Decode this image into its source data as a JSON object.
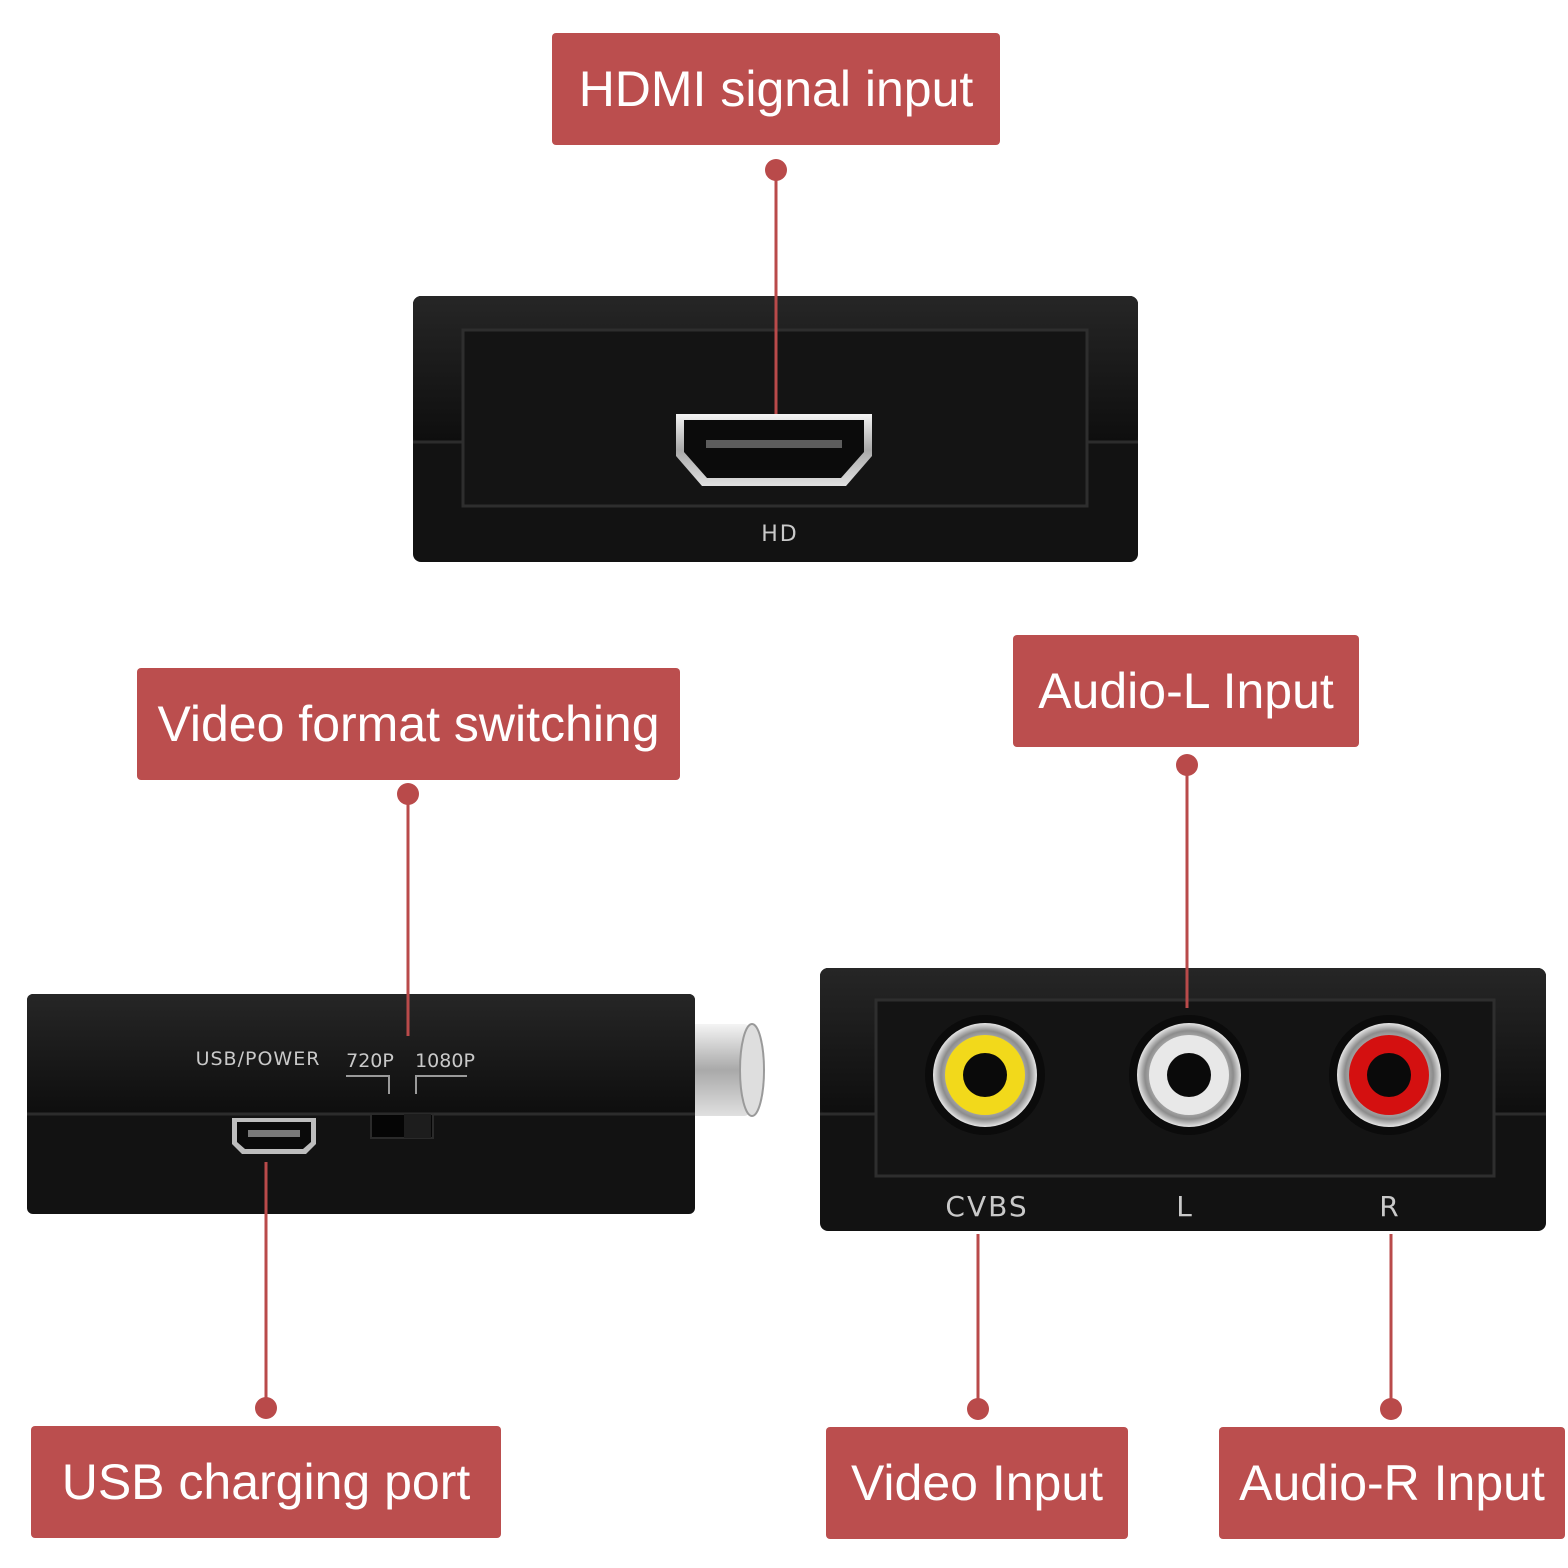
{
  "callouts": {
    "hdmi": "HDMI signal input",
    "video_format": "Video format switching",
    "audio_l": "Audio-L Input",
    "usb": "USB charging port",
    "video_input": "Video Input",
    "audio_r": "Audio-R Input"
  },
  "device_markings": {
    "hd": "HD",
    "usb_power": "USB/POWER",
    "p720": "720P",
    "p1080": "1080P",
    "cvbs": "CVBS",
    "l": "L",
    "r": "R"
  },
  "colors": {
    "callout_bg": "#bb4e4e",
    "callout_line": "#b94a4a",
    "device_body": "#151515",
    "rca_video": "#f2d91b",
    "rca_audio_l": "#e8e8e8",
    "rca_audio_r": "#d41010"
  }
}
